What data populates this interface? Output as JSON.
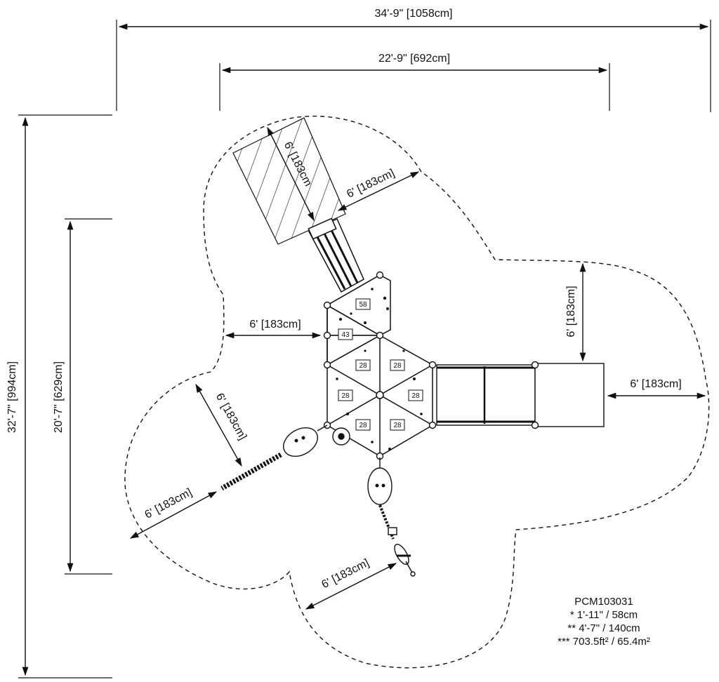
{
  "dimensions": {
    "overall_width": "34'-9\" [1058cm]",
    "structure_width": "22'-9\" [692cm]",
    "overall_height": "32'-7\" [994cm]",
    "structure_height": "20'-7\" [629cm]",
    "clearance": "6' [183cm]",
    "clearance_short": "6'",
    "slide_exit_diag": "6' [183cm"
  },
  "deck_heights": [
    "58",
    "43",
    "28",
    "28",
    "28",
    "28",
    "28",
    "28"
  ],
  "spec": {
    "model": "PCM103031",
    "line1": "* 1'-11\" / 58cm",
    "line2": "** 4'-7\" / 140cm",
    "line3": "*** 703.5ft² / 65.4m²"
  }
}
